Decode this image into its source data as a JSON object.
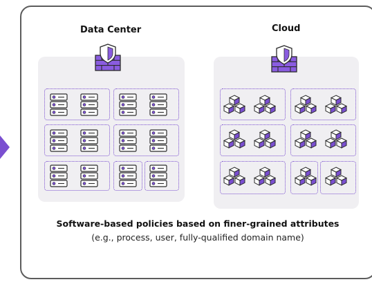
{
  "diagram": {
    "data_center": {
      "title": "Data Center"
    },
    "cloud": {
      "title": "Cloud"
    },
    "caption": {
      "main": "Software-based policies based on finer-grained attributes",
      "sub": "(e.g., process, user, fully-qualified domain name)"
    }
  },
  "colors": {
    "accent": "#7a4fd0",
    "icon_stroke": "#2b2b2b",
    "panel_bg": "#f0eff2",
    "border": "#5c5c5c"
  },
  "icons": {
    "firewall": "firewall-shield-icon",
    "server": "server-rack-icon",
    "container": "cube-cluster-icon",
    "arrow": "chevron-right-arrow-icon"
  }
}
